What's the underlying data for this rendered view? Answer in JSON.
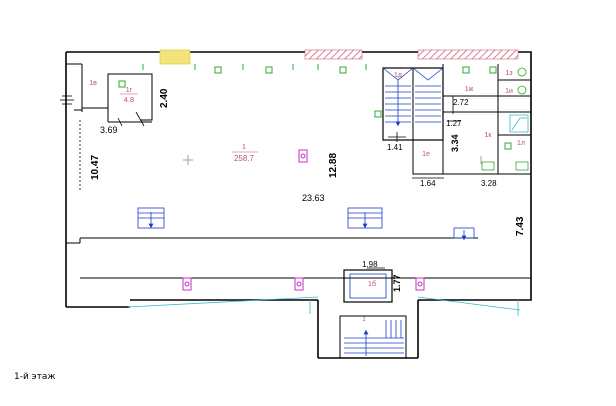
{
  "caption": "1-й этаж",
  "rooms": {
    "r1": {
      "label": "1",
      "area": "258.7"
    },
    "r1v": {
      "label": "1в"
    },
    "r1g": {
      "label": "1г",
      "area": "4.8"
    },
    "r1d": {
      "label": "1д"
    },
    "r1e": {
      "label": "1е"
    },
    "r1zh": {
      "label": "1ж"
    },
    "r1z": {
      "label": "1з"
    },
    "r1i": {
      "label": "1и"
    },
    "r1k": {
      "label": "1к"
    },
    "r1l": {
      "label": "1л"
    },
    "r1b": {
      "label": "1б"
    },
    "r1a": {
      "label": "1"
    }
  },
  "dimensions": {
    "d240": "2.40",
    "d369": "3.69",
    "d1047": "10.47",
    "d1288": "12.88",
    "d2363": "23.63",
    "d141": "1.41",
    "d272": "2.72",
    "d127": "1.27",
    "d334": "3.34",
    "d164": "1.64",
    "d328": "3.28",
    "d743": "7.43",
    "d198": "1.98",
    "d177": "1.77"
  },
  "colors": {
    "wall": "#000000",
    "room_label": "#c0506a",
    "hatch": "#d0607a",
    "stair": "#1a3ccc",
    "marker_green": "#2fa82f",
    "marker_magenta": "#c030c0",
    "cyan_line": "#39b8c8",
    "yellow_vent": "#f2e37a"
  }
}
